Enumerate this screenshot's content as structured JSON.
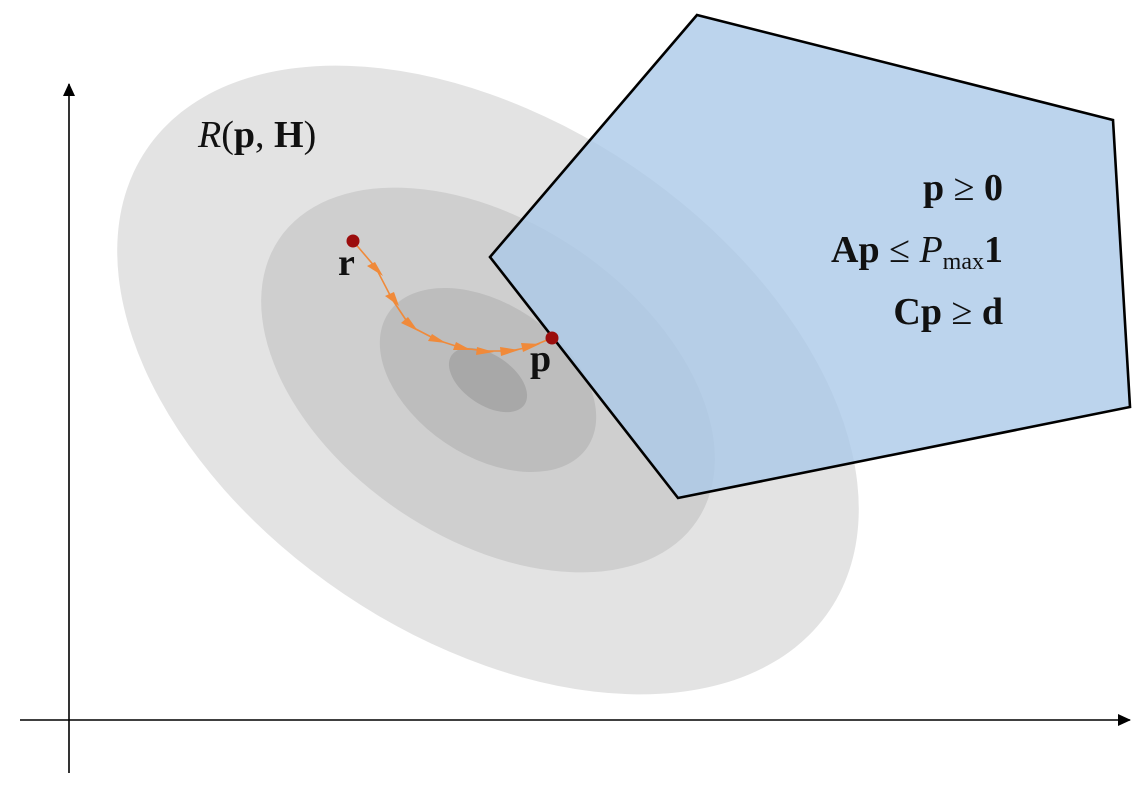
{
  "diagram": {
    "objective_label": {
      "func": "R",
      "open": "(",
      "arg1": "p",
      "sep": ", ",
      "arg2": "H",
      "close": ")"
    },
    "start_point_label": "r",
    "end_point_label": "p",
    "constraints": [
      {
        "lhs": "p",
        "op": " ≥ ",
        "rhs": "0"
      },
      {
        "lhs": "Ap",
        "op": " ≤ ",
        "rhs_var": "P",
        "rhs_sub": "max",
        "rhs_vec": "1"
      },
      {
        "lhs": "Cp",
        "op": " ≥ ",
        "rhs": "d"
      }
    ],
    "colors": {
      "feasible_fill": "#a9c8e8",
      "feasible_stroke": "#000000",
      "contour_levels": [
        "#e3e3e3",
        "#cfcfcf",
        "#bdbdbd",
        "#a8a8a8"
      ],
      "path": "#f08a3a",
      "points": "#9b0d0d",
      "axes": "#000000"
    }
  }
}
